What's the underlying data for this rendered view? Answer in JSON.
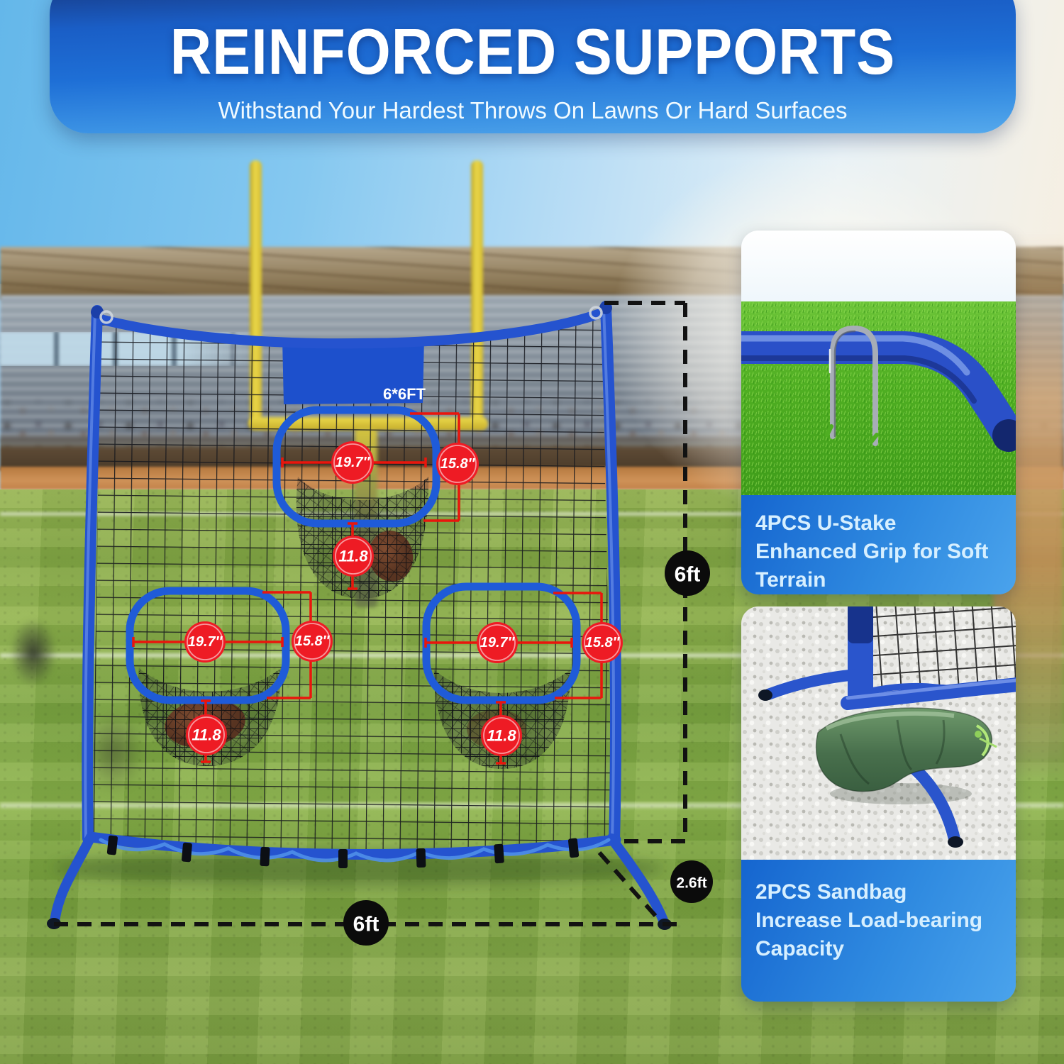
{
  "header": {
    "title": "REINFORCED SUPPORTS",
    "subtitle": "Withstand Your Hardest Throws On Lawns Or Hard Surfaces"
  },
  "net": {
    "size_label": "6*6FT"
  },
  "pockets": {
    "top": {
      "width": "19.7″",
      "height": "15.8″",
      "depth": "11.8"
    },
    "left": {
      "width": "19.7″",
      "height": "15.8″",
      "depth": "11.8"
    },
    "right": {
      "width": "19.7″",
      "height": "15.8″",
      "depth": "11.8"
    }
  },
  "dimensions": {
    "frame_height": "6ft",
    "frame_width": "6ft",
    "base_depth": "2.6ft"
  },
  "callouts": [
    {
      "icon": "u-stake-photo",
      "lines": [
        "4PCS U-Stake",
        "Enhanced Grip for Soft",
        "Terrain"
      ]
    },
    {
      "icon": "sandbag-photo",
      "lines": [
        "2PCS Sandbag",
        "Increase Load-bearing",
        "Capacity"
      ]
    }
  ],
  "colors": {
    "header_blue": "#1e6fd6",
    "badge_red": "#ee1b24",
    "frame_blue": "#2553cf",
    "caption_blue": "#2f8ae0",
    "goalpost_yellow": "#e8d548",
    "flag_blue": "#1d50cc",
    "dimension_black": "#111111"
  }
}
